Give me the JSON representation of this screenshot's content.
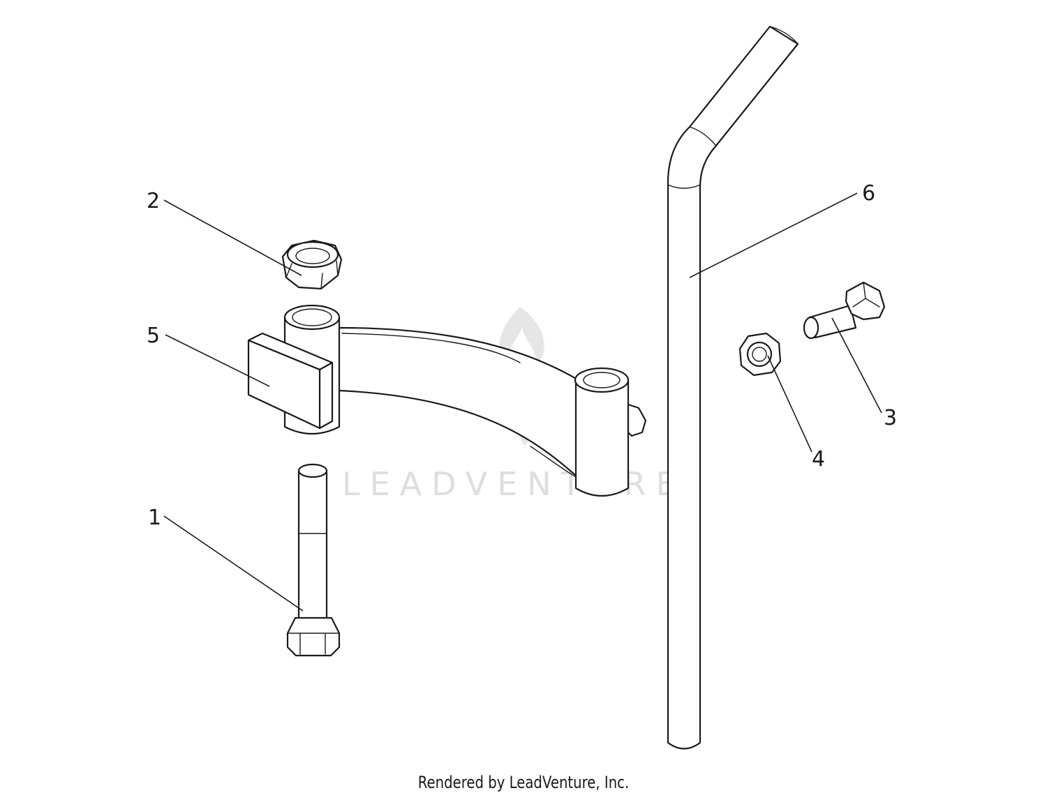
{
  "watermark": {
    "text": "LEADVENTURE"
  },
  "callouts": [
    {
      "id": "1",
      "label": "1"
    },
    {
      "id": "2",
      "label": "2"
    },
    {
      "id": "3",
      "label": "3"
    },
    {
      "id": "4",
      "label": "4"
    },
    {
      "id": "5",
      "label": "5"
    },
    {
      "id": "6",
      "label": "6"
    }
  ],
  "footer": {
    "credit": "Rendered by LeadVenture, Inc."
  }
}
